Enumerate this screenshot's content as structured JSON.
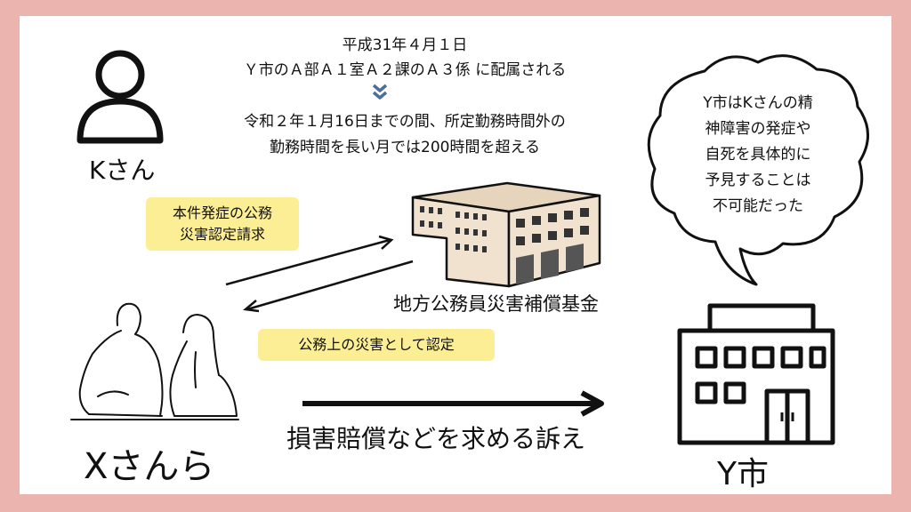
{
  "timeline": {
    "line1": "平成31年４月１日",
    "line2": "Ｙ市のＡ部Ａ１室Ａ２課のＡ３係 に配属される",
    "line3": "令和２年１月16日までの間、所定勤務時間外の",
    "line4": "勤務時間を長い月では200時間を超える"
  },
  "person_k": {
    "label": "Kさん"
  },
  "claim_request": {
    "line1": "本件発症の公務",
    "line2": "災害認定請求"
  },
  "recognition": {
    "label": "公務上の災害として認定"
  },
  "fund": {
    "label": "地方公務員災害補償基金"
  },
  "plaintiffs": {
    "label": "Xさんら"
  },
  "lawsuit": {
    "label": "損害賠償などを求める訴え"
  },
  "city": {
    "label": "Y市"
  },
  "speech": {
    "line1": "Y市はKさんの精",
    "line2": "神障害の発症や",
    "line3": "自死を具体的に",
    "line4": "予見することは",
    "line5": "不可能だった"
  },
  "colors": {
    "background": "#ebb4ae",
    "highlight": "#fbee95",
    "chevron": "#4a6f9a",
    "building_fill": "#f1e2cf"
  }
}
